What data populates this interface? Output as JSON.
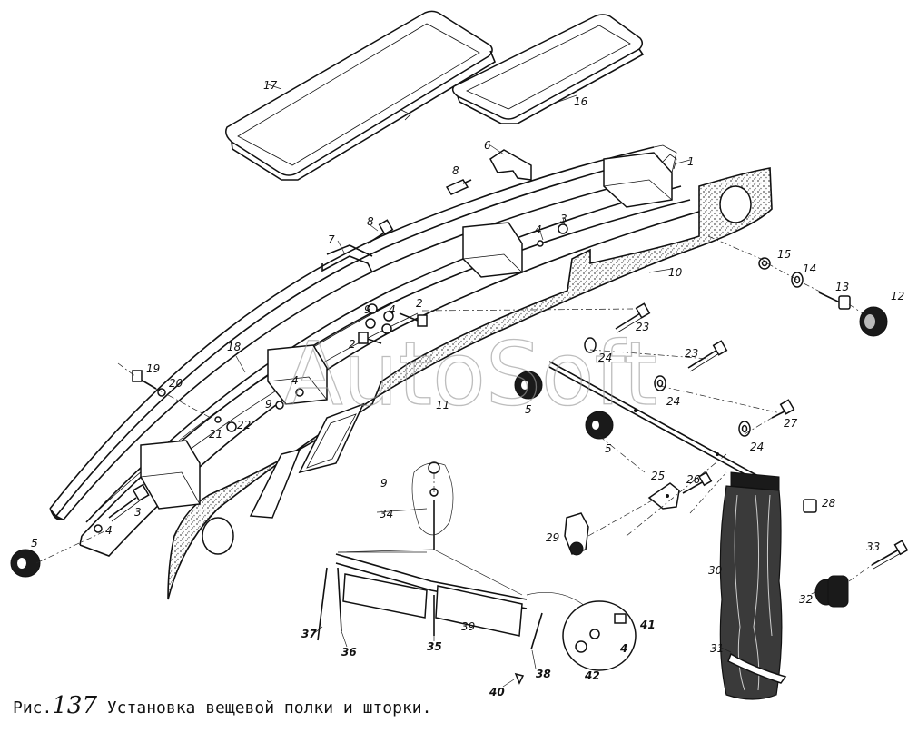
{
  "watermark": "AutoSoft",
  "caption": {
    "prefix": "Рис.",
    "number": "137",
    "title": "Установка вещевой полки и шторки."
  },
  "callouts": [
    {
      "id": "17",
      "text": "17"
    },
    {
      "id": "16",
      "text": "16"
    },
    {
      "id": "6",
      "text": "6"
    },
    {
      "id": "1",
      "text": "1"
    },
    {
      "id": "8a",
      "text": "8"
    },
    {
      "id": "8b",
      "text": "8"
    },
    {
      "id": "7",
      "text": "7"
    },
    {
      "id": "4a",
      "text": "4"
    },
    {
      "id": "3a",
      "text": "3"
    },
    {
      "id": "10",
      "text": "10"
    },
    {
      "id": "15",
      "text": "15"
    },
    {
      "id": "14",
      "text": "14"
    },
    {
      "id": "13",
      "text": "13"
    },
    {
      "id": "12",
      "text": "12"
    },
    {
      "id": "9a",
      "text": "9"
    },
    {
      "id": "4b",
      "text": "4"
    },
    {
      "id": "2a",
      "text": "2"
    },
    {
      "id": "2b",
      "text": "2"
    },
    {
      "id": "23a",
      "text": "23"
    },
    {
      "id": "18",
      "text": "18"
    },
    {
      "id": "24a",
      "text": "24"
    },
    {
      "id": "23b",
      "text": "23"
    },
    {
      "id": "19",
      "text": "19"
    },
    {
      "id": "20",
      "text": "20"
    },
    {
      "id": "4c",
      "text": "4"
    },
    {
      "id": "9b",
      "text": "9"
    },
    {
      "id": "11",
      "text": "11"
    },
    {
      "id": "5a",
      "text": "5"
    },
    {
      "id": "24b",
      "text": "24"
    },
    {
      "id": "27",
      "text": "27"
    },
    {
      "id": "21",
      "text": "21"
    },
    {
      "id": "22",
      "text": "22"
    },
    {
      "id": "5b",
      "text": "5"
    },
    {
      "id": "24c",
      "text": "24"
    },
    {
      "id": "25",
      "text": "25"
    },
    {
      "id": "26",
      "text": "26"
    },
    {
      "id": "3b",
      "text": "3"
    },
    {
      "id": "4d",
      "text": "4"
    },
    {
      "id": "9c",
      "text": "9"
    },
    {
      "id": "28",
      "text": "28"
    },
    {
      "id": "34",
      "text": "34"
    },
    {
      "id": "29",
      "text": "29"
    },
    {
      "id": "5c",
      "text": "5"
    },
    {
      "id": "30",
      "text": "30"
    },
    {
      "id": "33",
      "text": "33"
    },
    {
      "id": "32",
      "text": "32"
    },
    {
      "id": "41",
      "text": "41"
    },
    {
      "id": "4e",
      "text": "4"
    },
    {
      "id": "37",
      "text": "37"
    },
    {
      "id": "36",
      "text": "36"
    },
    {
      "id": "35",
      "text": "35"
    },
    {
      "id": "39",
      "text": "39"
    },
    {
      "id": "31",
      "text": "31"
    },
    {
      "id": "42",
      "text": "42"
    },
    {
      "id": "38",
      "text": "38"
    },
    {
      "id": "40",
      "text": "40"
    }
  ]
}
